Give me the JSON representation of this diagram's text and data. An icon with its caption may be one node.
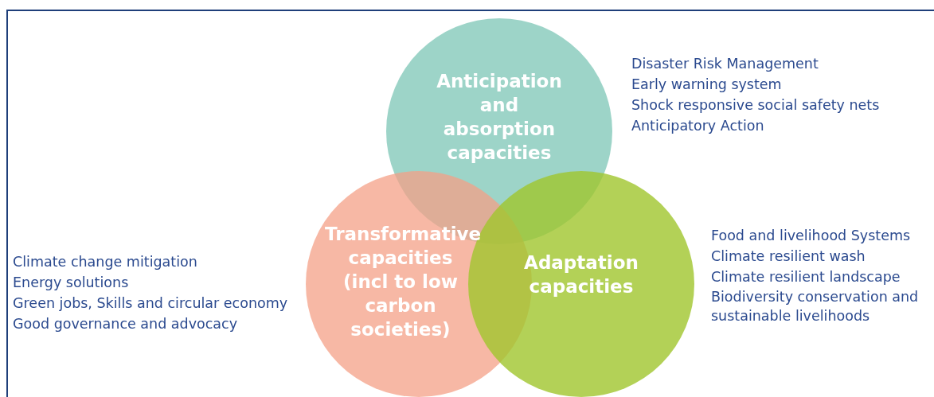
{
  "diagram": {
    "nodes": [
      {
        "text": [
          "Anticipation and absorption capacities"
        ],
        "beside": [
          "Disaster Risk Management",
          "Early warning system",
          "Shock responsive social safety nets",
          "Anticipatory Action"
        ]
      },
      {
        "text": [
          "Transformative capacities (incl to low carbon societies)"
        ],
        "beside": [
          "Climate change mitigation",
          "Energy solutions",
          "Green jobs, Skills and circular economy",
          "Good governance and advocacy"
        ]
      },
      {
        "text": [
          "Adaptation capacities"
        ],
        "beside": [
          "Food and livelihood Systems",
          "Climate resilient wash",
          "Climate resilient landscape",
          "Biodiversity conservation and sustainable livelihoods"
        ]
      }
    ],
    "edges": []
  }
}
